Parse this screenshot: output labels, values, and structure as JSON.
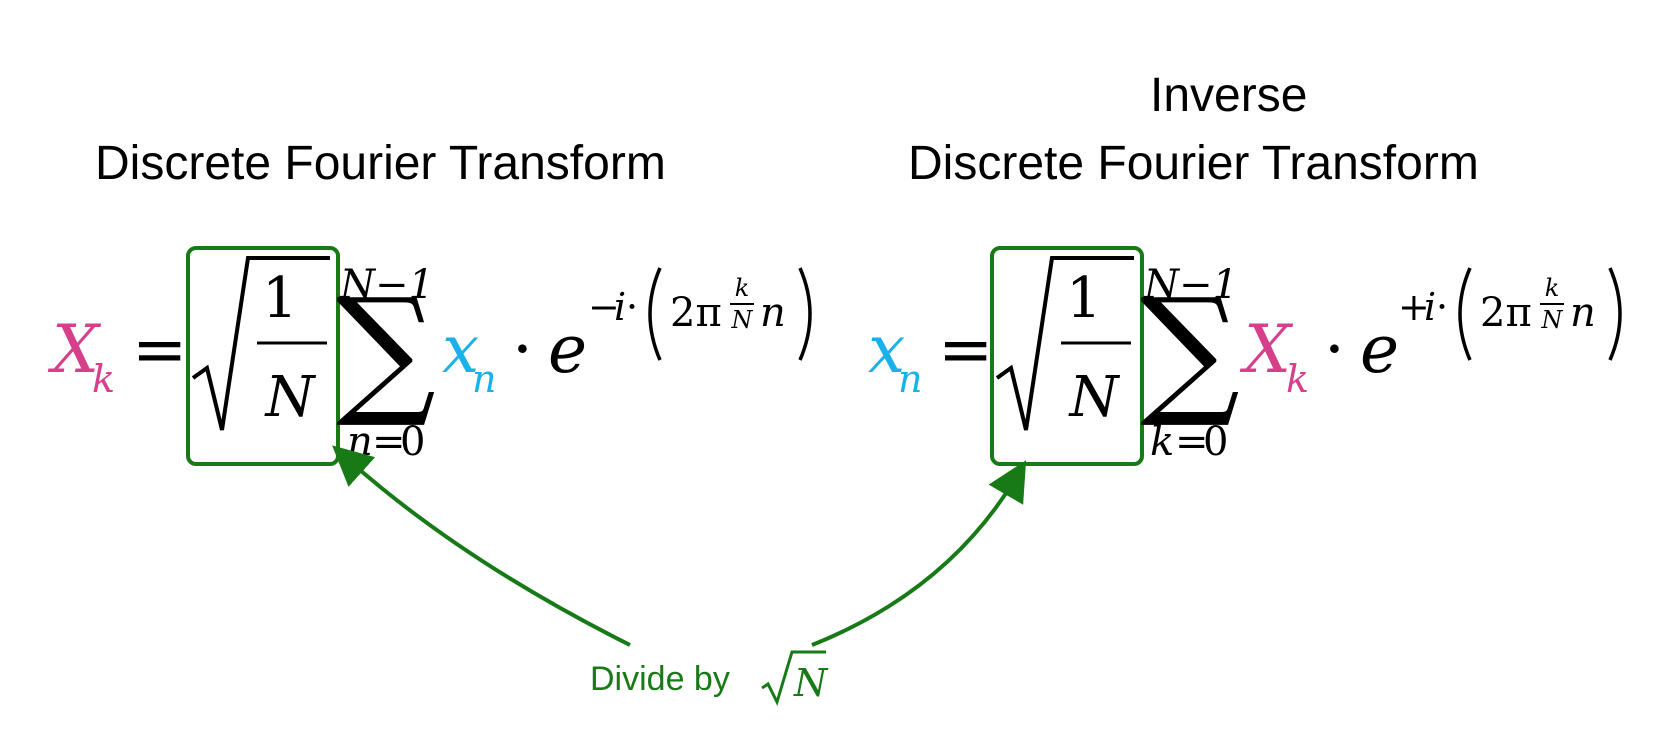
{
  "left": {
    "title": "Discrete Fourier Transform",
    "lhs_var": "X",
    "lhs_sub": "k",
    "sum_var": "n",
    "sum_from": "0",
    "sum_to": "N−1",
    "term_var": "x",
    "term_sub": "n",
    "sign": "−"
  },
  "right": {
    "title_line1": "Inverse",
    "title_line2": "Discrete Fourier Transform",
    "lhs_var": "x",
    "lhs_sub": "n",
    "sum_var": "k",
    "sum_from": "0",
    "sum_to": "N−1",
    "term_var": "X",
    "term_sub": "k",
    "sign": "+"
  },
  "shared": {
    "equals": "=",
    "one": "1",
    "N": "N",
    "sum_symbol": "∑",
    "dot": "·",
    "e": "e",
    "i": "i",
    "two_pi": "2π",
    "k": "k",
    "n": "n"
  },
  "caption": {
    "text": "Divide by",
    "radicand": "N"
  },
  "colors": {
    "pink": "#d6408b",
    "blue": "#1ab0ea",
    "green": "#177a17",
    "black": "#000000"
  }
}
